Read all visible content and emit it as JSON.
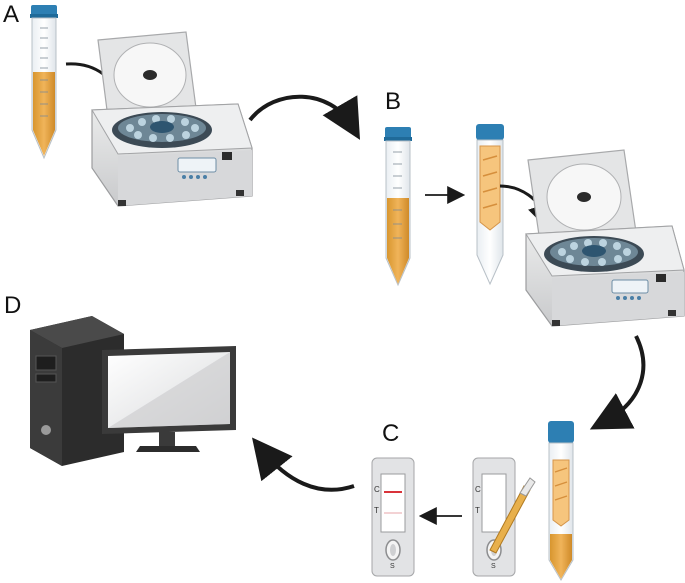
{
  "steps": {
    "a": "A",
    "b": "B",
    "c": "C",
    "d": "D"
  },
  "strips": {
    "control_mark": "C",
    "test_mark": "T",
    "sample_mark": "S"
  },
  "colors": {
    "sample_orange": "#e8a845",
    "tube_cap_blue": "#2d7fb3",
    "centrifuge_gray": "#d9dadb",
    "monitor_dark": "#3a3a3a",
    "control_line_red": "#d9333a",
    "arrow_black": "#1a1a1a"
  }
}
